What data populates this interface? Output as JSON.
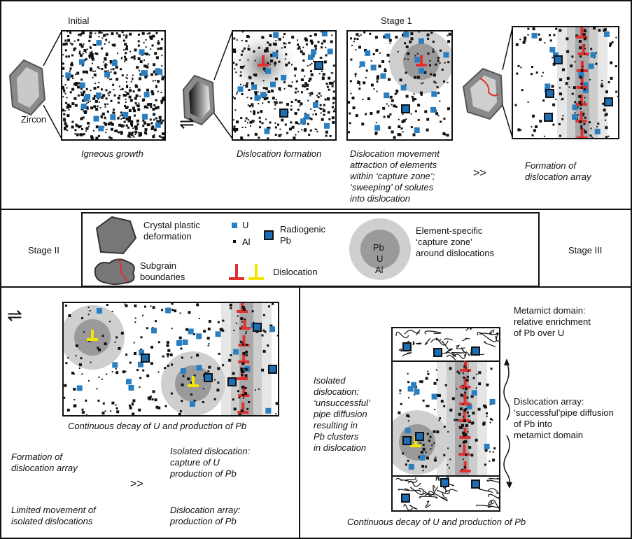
{
  "colors": {
    "uranium": "#2a7fc1",
    "pb": "#1b6fb5",
    "dislocation_red": "#e03030",
    "dislocation_yellow": "#f2e600",
    "zone_outer": "#cfcfcf",
    "zone_inner": "#9a9a9a",
    "mineral": "#7a7a7a"
  },
  "header": {
    "initial": "Initial",
    "stage1": "Stage 1",
    "stage2": "Stage II",
    "stage3": "Stage III",
    "zircon": "Zircon"
  },
  "panel_captions": {
    "igneous": "Igneous growth",
    "dislocation_formation": "Dislocation formation",
    "movement": [
      "Dislocation movement",
      "attraction of elements",
      "within ‘capture zone’;",
      "‘sweeping’ of solutes",
      "into dislocation"
    ],
    "array": [
      "Formation of",
      "dislocation array"
    ]
  },
  "symbols": {
    "equilibrium": "⇌",
    "forward": ">>"
  },
  "legend": {
    "crystal": [
      "Crystal plastic",
      "deformation"
    ],
    "subgrain": [
      "Subgrain",
      "boundaries"
    ],
    "u": "U",
    "al": "Al",
    "radiogenic": [
      "Radiogenic",
      "Pb"
    ],
    "dislocation": "Dislocation",
    "zone": [
      "Element-specific",
      "‘capture zone’",
      "around dislocations"
    ],
    "zone_pb": "Pb",
    "zone_u": "U",
    "zone_al": "Al"
  },
  "stage2": {
    "caption": "Continuous decay of U and production of Pb",
    "left_a": [
      "Formation of",
      "dislocation array"
    ],
    "left_b": [
      "Limited movement of",
      "isolated dislocations"
    ],
    "right_a": [
      "Isolated dislocation:",
      "capture of U",
      "production of Pb"
    ],
    "right_b": [
      "Dislocation array:",
      "production of Pb"
    ]
  },
  "stage3": {
    "caption": "Continuous decay of U and production of Pb",
    "isolated": [
      "Isolated",
      "dislocation:",
      "‘unsuccessful’",
      "pipe diffusion",
      "resulting in",
      "Pb clusters",
      "in dislocation"
    ],
    "metamict": [
      "Metamict domain:",
      "relative enrichment",
      "of Pb over U"
    ],
    "array": [
      "Dislocation array:",
      "‘successful’pipe diffusion",
      "of Pb into",
      "metamict domain"
    ]
  }
}
